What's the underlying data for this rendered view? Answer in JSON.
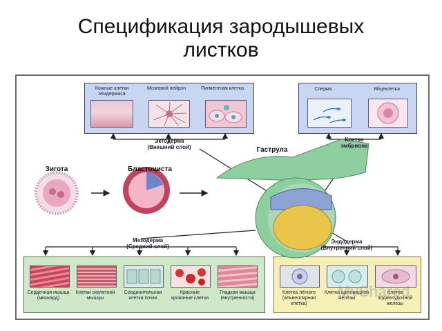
{
  "title_line1": "Спецификация зародышевых",
  "title_line2": "листков",
  "ectoderm_box": {
    "cells": [
      "Кожные клетки эпидермиса",
      "Мозговой нейрон",
      "Пигментная клетка"
    ]
  },
  "germ_box": {
    "cells": [
      "Сперма",
      "Яйцеклетка"
    ]
  },
  "ectoderm_label": "Эктодерма (Внешний слой)",
  "germ_label": "Клетки эмбриона",
  "gastrula_label": "Гаструла",
  "zygote_label": "Зигота",
  "blastocyst_label": "Бластоциста",
  "mesoderm_label": "Мезодерма (Средний слой)",
  "endoderm_label": "Эндодерма (Внутренний слой)",
  "mesoderm_box": {
    "cells": [
      "Сердечная мышца (миокард)",
      "Клетки скелетной мышцы",
      "Соединительная клетка почки",
      "Красные кровяные клетки",
      "Гладкая мышца (внутренности)"
    ]
  },
  "endoderm_box": {
    "cells": [
      "Клетка лёгкого (альвеолярная клетка)",
      "Клетка щитовидной железы",
      "Клетка поджелудочной железы"
    ]
  },
  "watermark": "MyShared",
  "colors": {
    "ecto_box": "#c9d6f2",
    "meso_box": "#cfe8c8",
    "endo_box": "#f6efb6",
    "arrow": "#222222",
    "gastrula_green": "#8ecfa0",
    "yolk": "#e9c54a"
  }
}
